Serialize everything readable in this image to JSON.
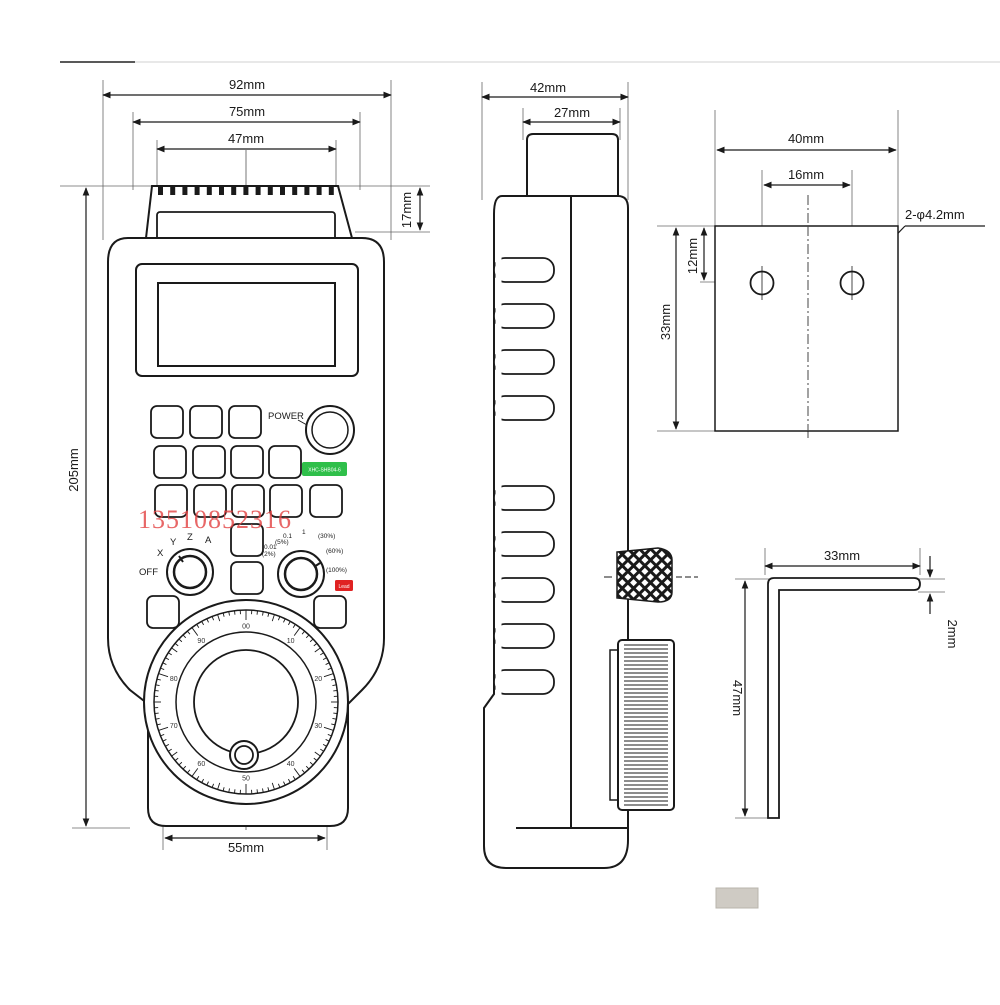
{
  "dimensions": {
    "front_width": "92mm",
    "front_inner_width": "75mm",
    "front_handle_width": "47mm",
    "front_height": "205mm",
    "handle_height": "17mm",
    "wheel_width": "55mm",
    "side_depth": "42mm",
    "side_top_depth": "27mm",
    "bracket_width": "40mm",
    "hole_spacing": "16mm",
    "hole_spec": "2-φ4.2mm",
    "hole_offset": "12mm",
    "bracket_height": "33mm",
    "profile_length": "33mm",
    "profile_height": "47mm",
    "profile_thickness": "2mm"
  },
  "labels": {
    "power": "POWER",
    "model": "XHC-SHB04-6",
    "off": "OFF",
    "axis_x": "X",
    "axis_y": "Y",
    "axis_z": "Z",
    "axis_a": "A",
    "step_values": [
      "(2%)",
      "(5%)",
      "0.01",
      "0.1",
      "1",
      "(30%)",
      "(60%)",
      "(100%)"
    ],
    "lead": "Lead"
  },
  "watermark": "13510852316",
  "dial_numbers": [
    "00",
    "10",
    "20",
    "30",
    "40",
    "50",
    "60",
    "70",
    "80",
    "90"
  ],
  "colors": {
    "model_badge": "#2fbf4a",
    "lead_badge": "#e02222",
    "watermark": "#e34646",
    "line": "#1a1a1a",
    "dim_line": "#444444"
  }
}
